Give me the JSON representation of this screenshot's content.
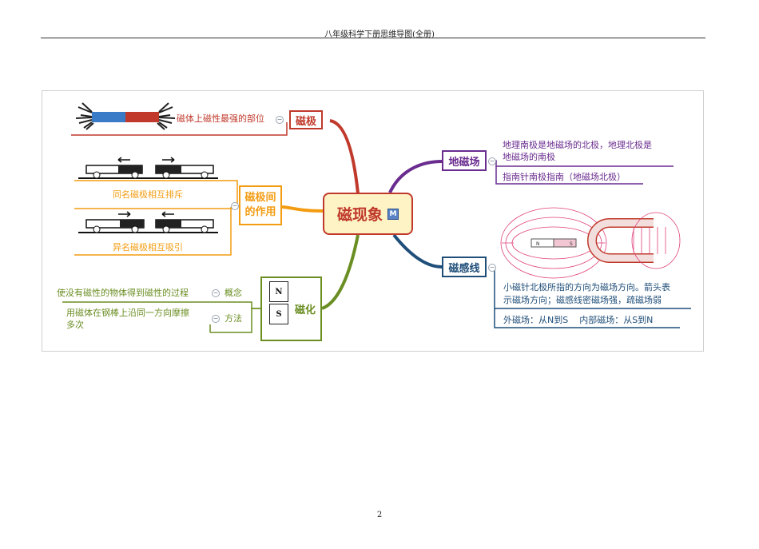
{
  "header": {
    "title": "八年级科学下册思维导图(全册)"
  },
  "page": {
    "number": "2"
  },
  "mindmap": {
    "center": {
      "label": "磁现象",
      "badge": "M"
    },
    "branches": {
      "magnetic_pole": {
        "label": "磁极",
        "detail": "磁体上磁性最强的部位",
        "color": "#c0392b"
      },
      "pole_interaction": {
        "label": "磁极间的作用",
        "label_line1": "磁极间",
        "label_line2": "的作用",
        "color": "#f39c12",
        "items": [
          "同名磁极相互排斥",
          "异名磁极相互吸引"
        ]
      },
      "magnetization": {
        "label": "磁化",
        "color": "#6b8e23",
        "items": [
          {
            "text": "使没有磁性的物体得到磁性的过程",
            "tag": "概念"
          },
          {
            "text_line1": "用磁体在钢棒上沿同一方向摩擦",
            "text_line2": "多次",
            "tag": "方法"
          }
        ],
        "magnet_labels": [
          "N",
          "S"
        ]
      },
      "earth_field": {
        "label": "地磁场",
        "color": "#6a2c8f",
        "items": [
          {
            "line1": "地理南极是地磁场的北极，地理北极是",
            "line2": "地磁场的南极"
          },
          {
            "line1": "指南针南极指南（地磁场北极）"
          }
        ]
      },
      "field_lines": {
        "label": "磁感线",
        "color": "#1f4e79",
        "items": [
          {
            "line1": "小磁针北极所指的方向为磁场方向。箭头表",
            "line2": "示磁场方向；磁感线密磁场强，疏磁场弱"
          },
          {
            "line1": "外磁场：从N到S    内部磁场：从S到N"
          }
        ],
        "bar_magnet_labels": [
          "N",
          "S"
        ]
      }
    }
  }
}
